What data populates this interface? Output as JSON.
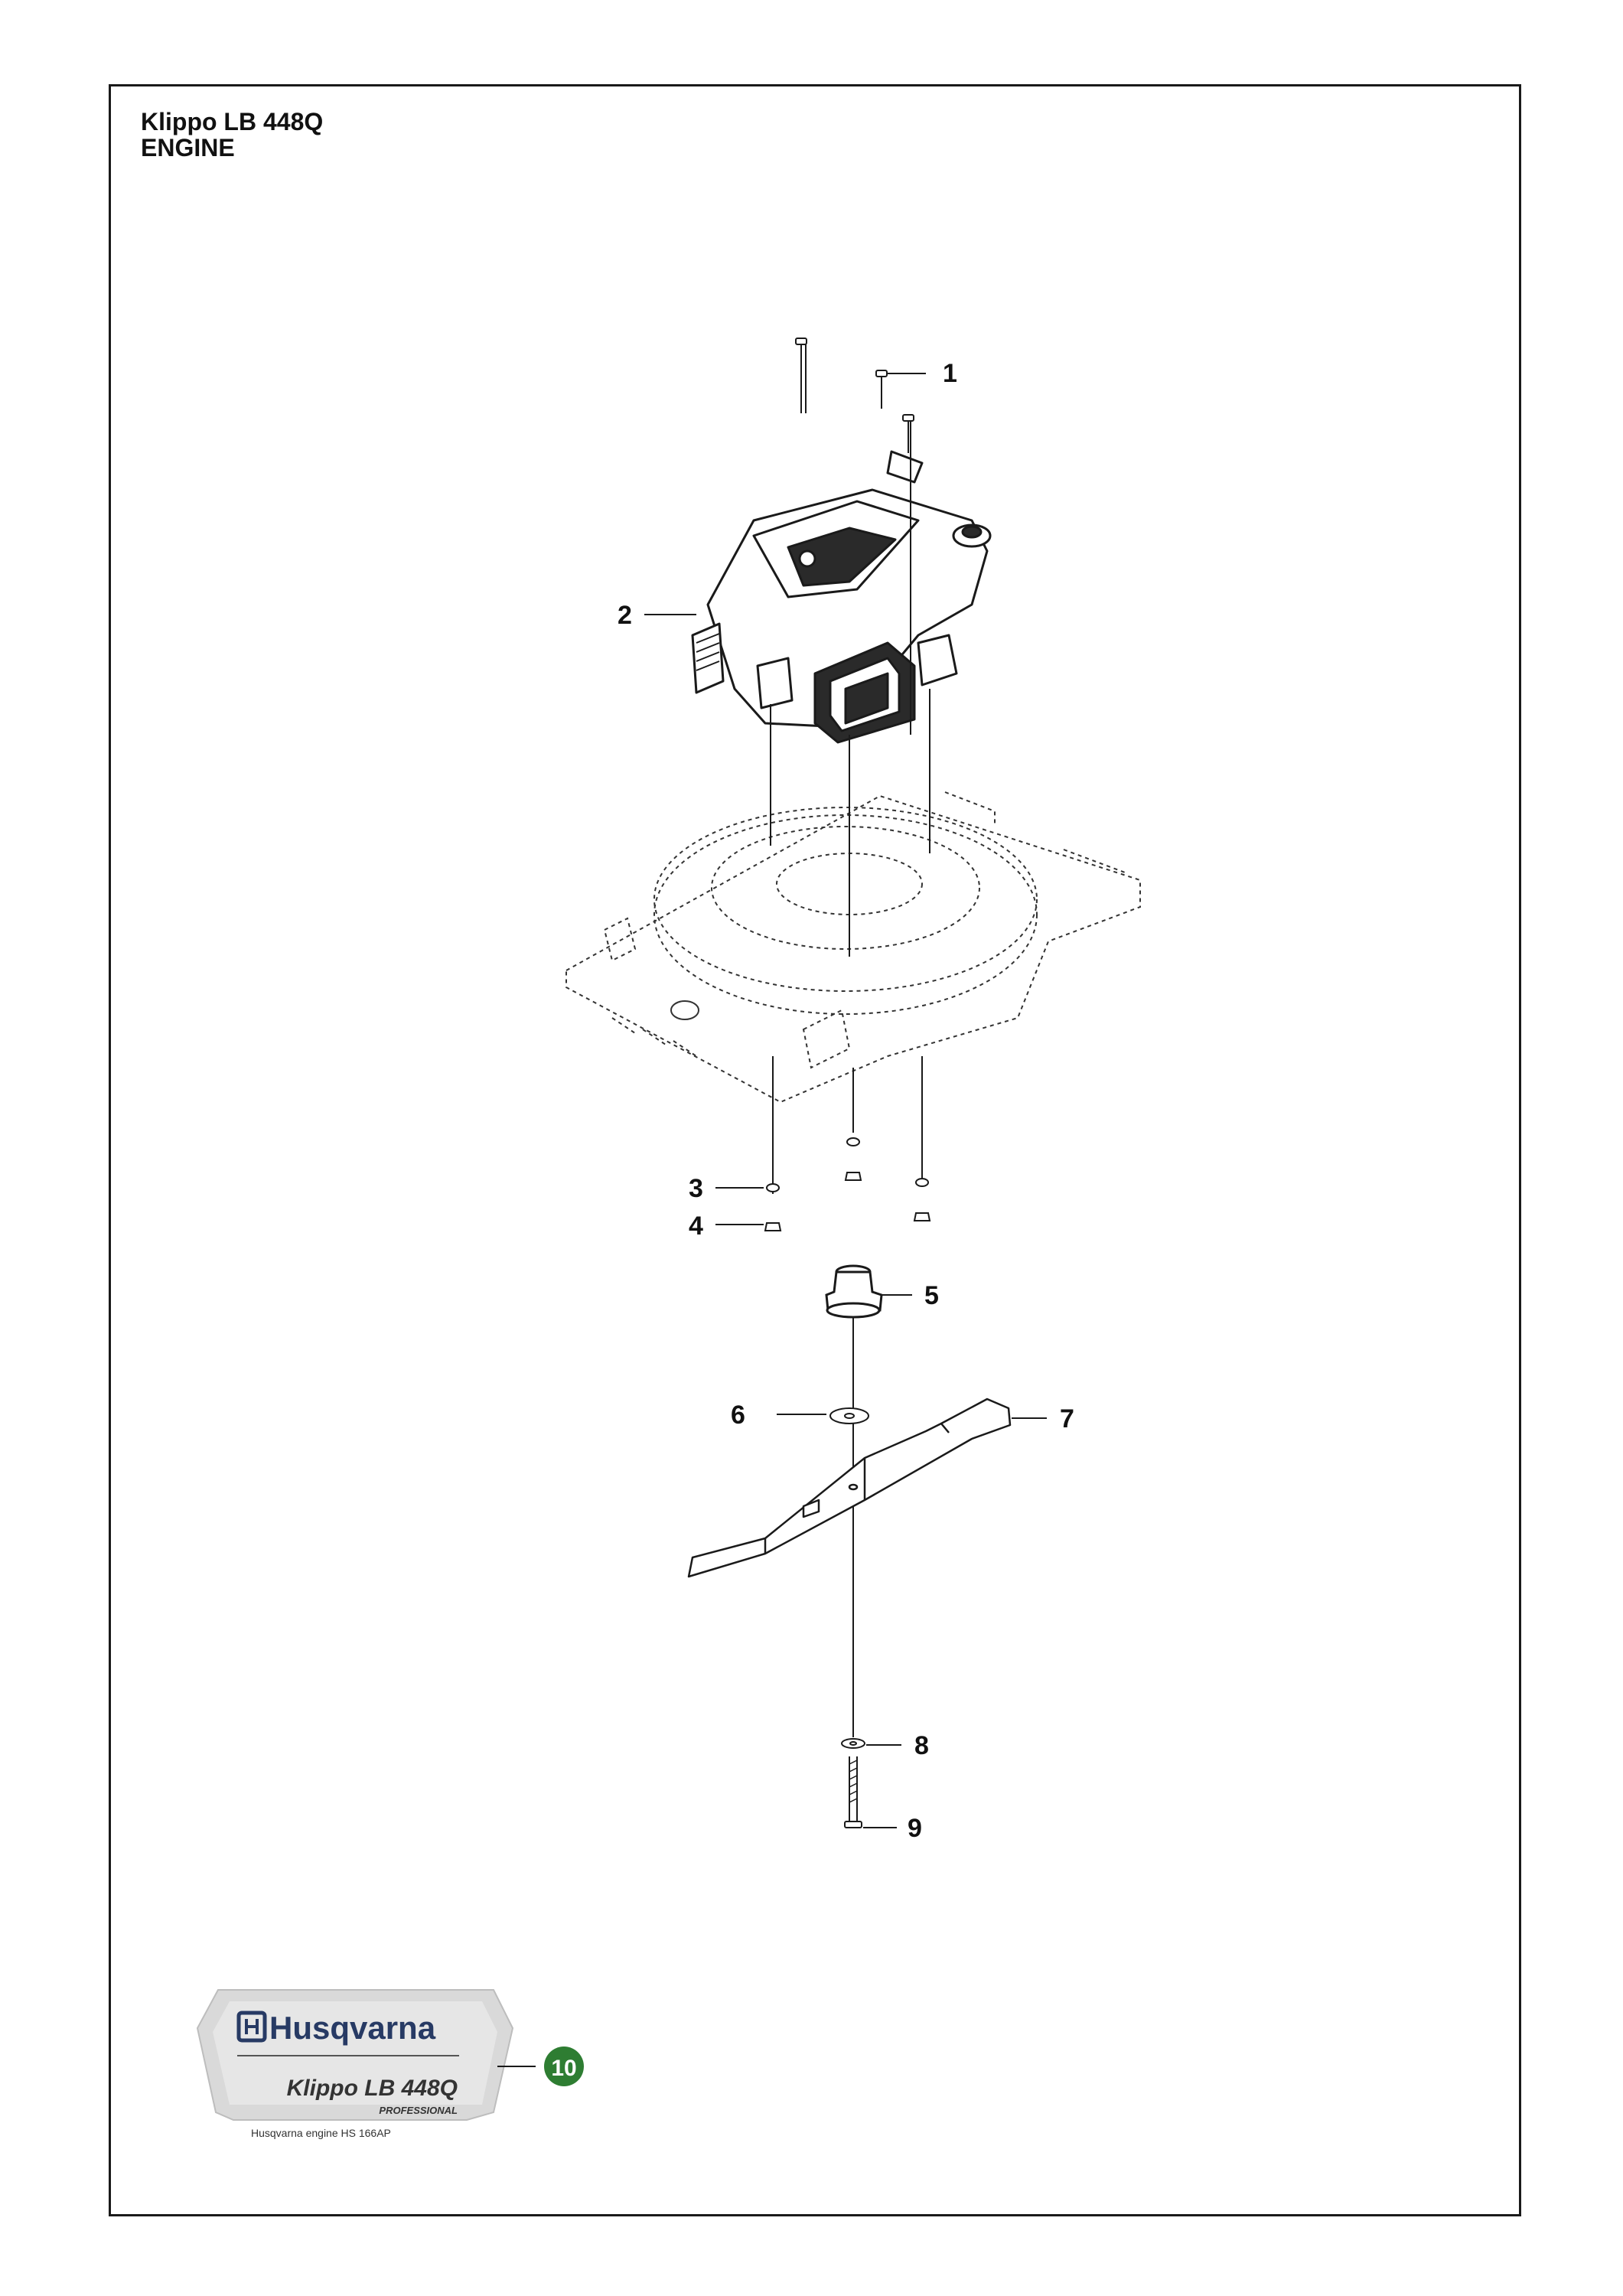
{
  "header": {
    "model": "Klippo LB 448Q",
    "section": "ENGINE"
  },
  "callouts": [
    "1",
    "2",
    "3",
    "4",
    "5",
    "6",
    "7",
    "8",
    "9"
  ],
  "logo": {
    "brand": "Husqvarna",
    "model": "Klippo LB 448Q",
    "edition": "PROFESSIONAL",
    "engine_note": "Husqvarna engine HS 166AP"
  },
  "page_badge": "10",
  "colors": {
    "line": "#1a1a1a",
    "engine_dark": "#2a2a2a",
    "badge_green": "#2e7d32",
    "logo_bg": "#d9d9d9",
    "brand_blue": "#273a64"
  }
}
